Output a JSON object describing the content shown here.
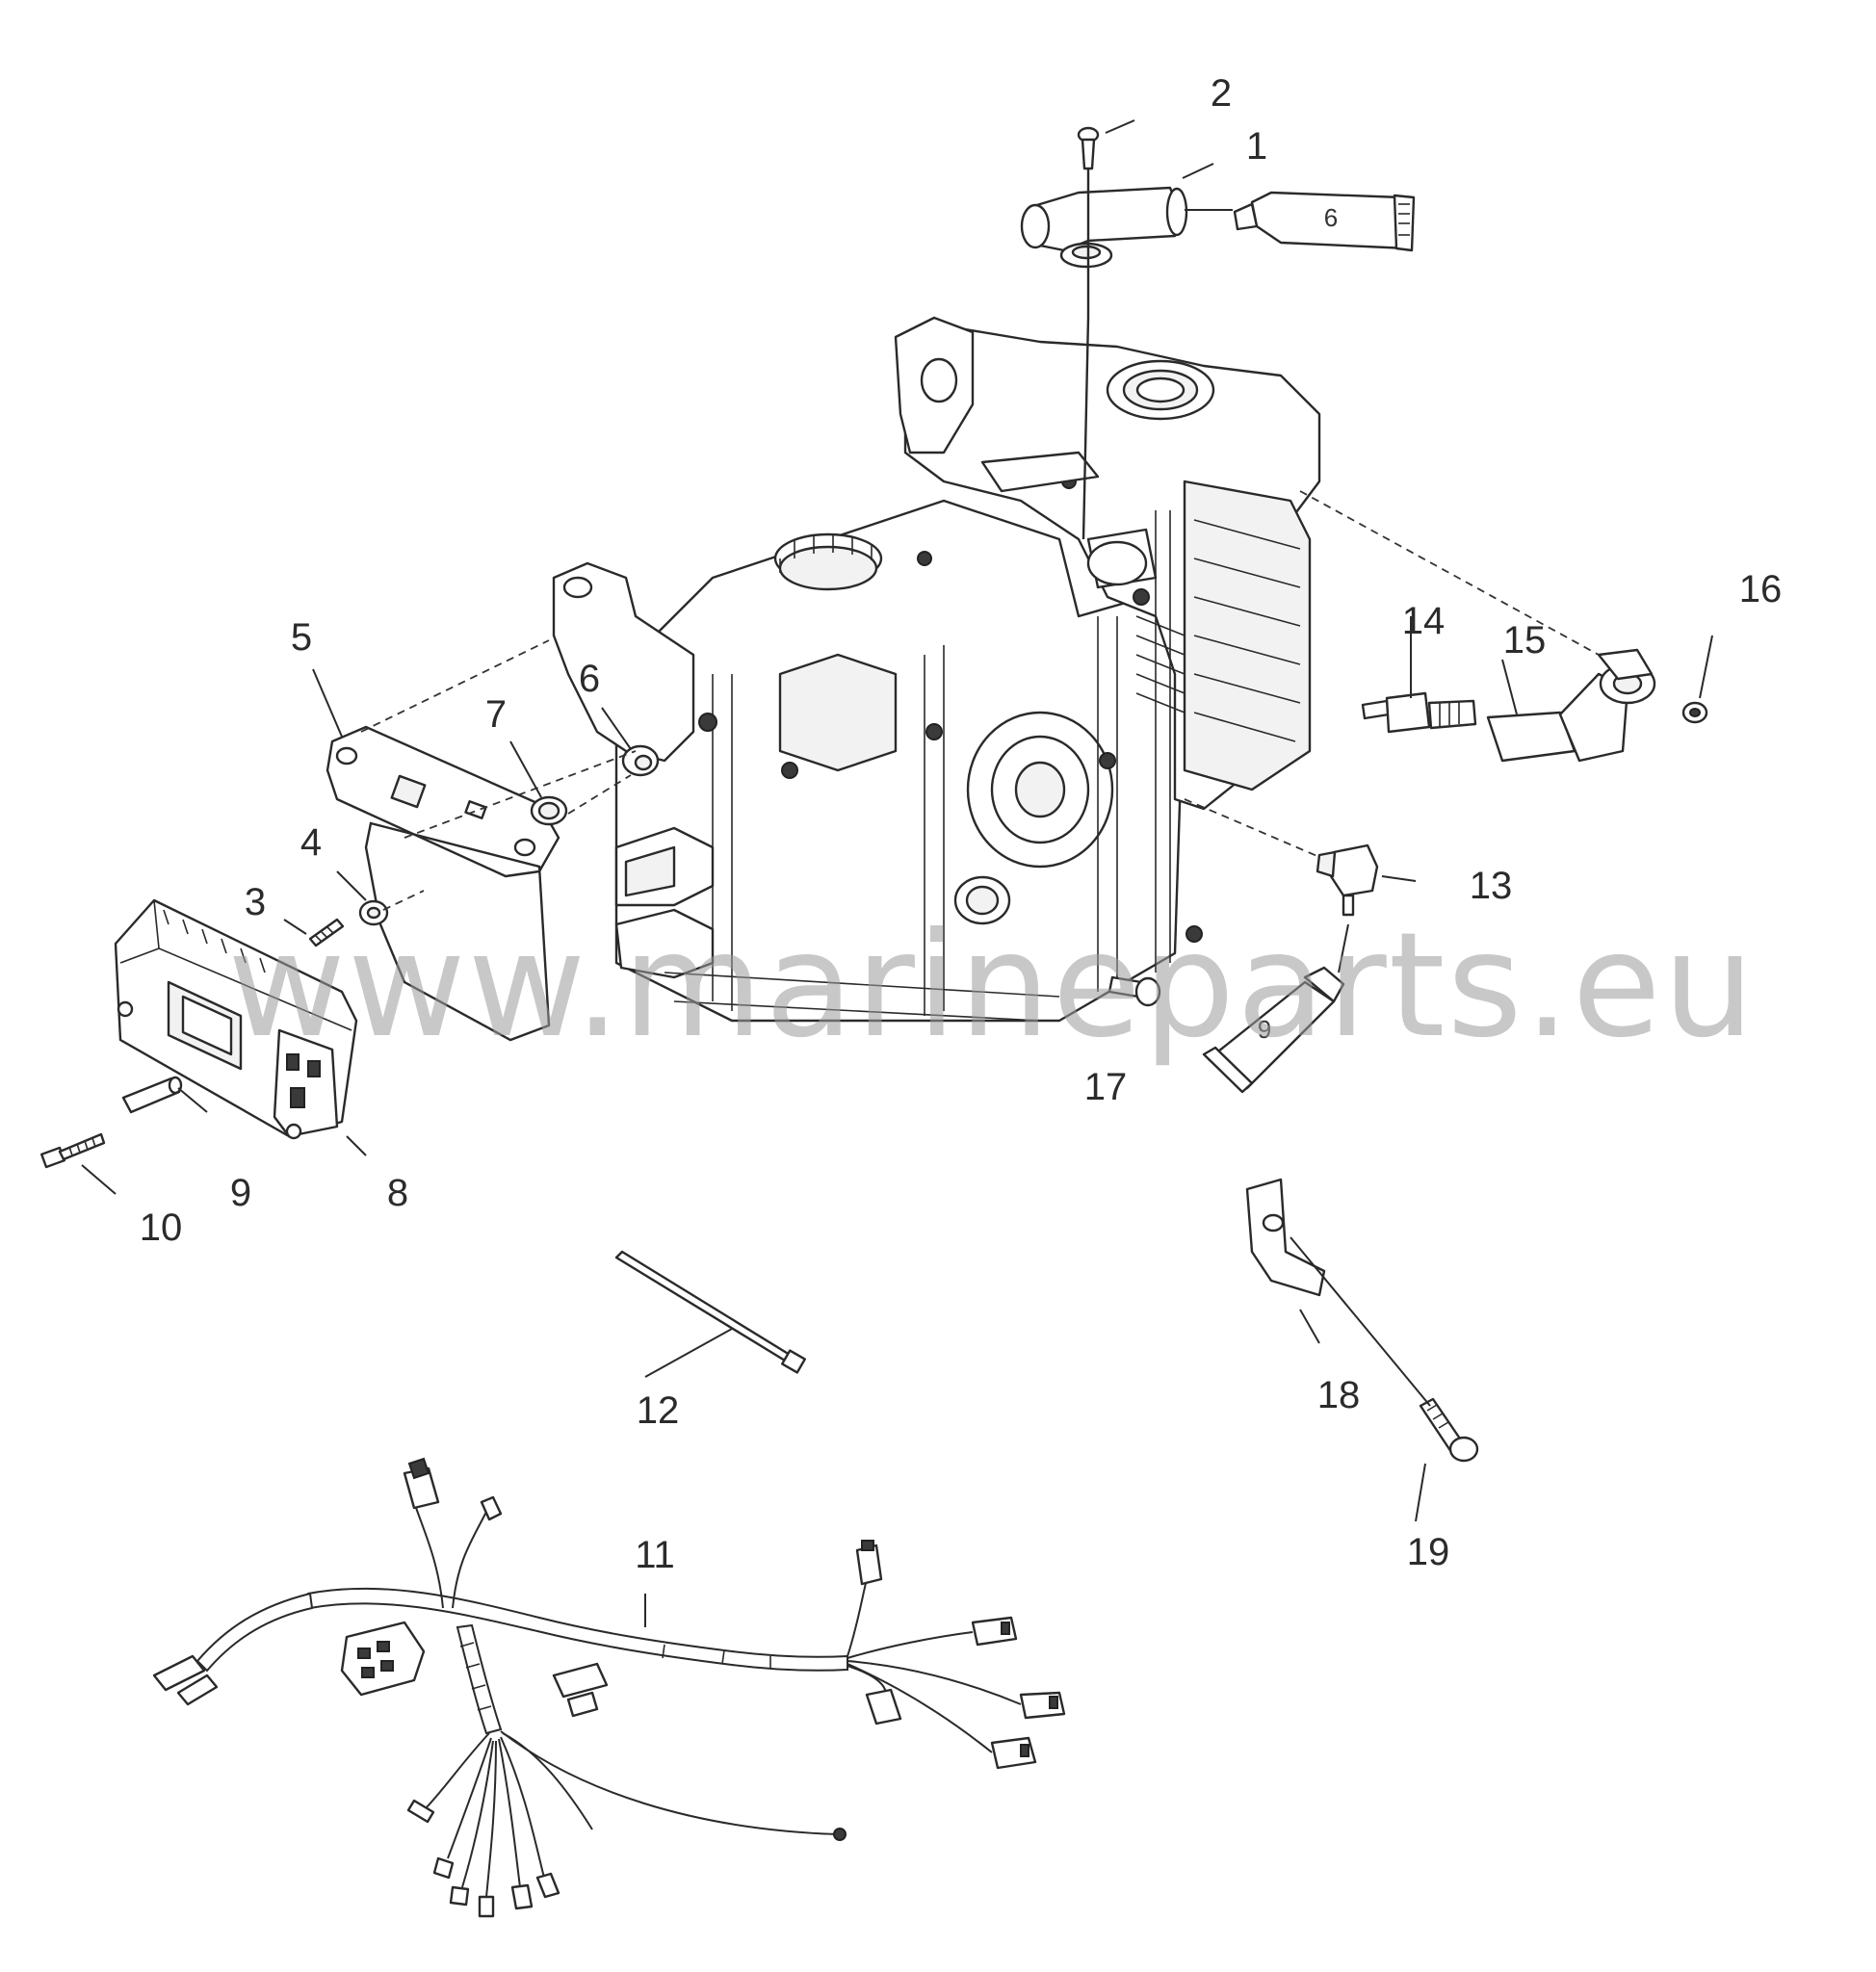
{
  "watermark": "www.marineparts.eu",
  "callouts": [
    {
      "id": "1",
      "text": "1"
    },
    {
      "id": "2",
      "text": "2"
    },
    {
      "id": "3",
      "text": "3"
    },
    {
      "id": "4",
      "text": "4"
    },
    {
      "id": "5",
      "text": "5"
    },
    {
      "id": "6",
      "text": "6"
    },
    {
      "id": "7",
      "text": "7"
    },
    {
      "id": "8",
      "text": "8"
    },
    {
      "id": "9",
      "text": "9"
    },
    {
      "id": "10",
      "text": "10"
    },
    {
      "id": "11",
      "text": "11"
    },
    {
      "id": "12",
      "text": "12"
    },
    {
      "id": "13",
      "text": "13"
    },
    {
      "id": "14",
      "text": "14"
    },
    {
      "id": "15",
      "text": "15"
    },
    {
      "id": "16",
      "text": "16"
    },
    {
      "id": "17",
      "text": "17"
    },
    {
      "id": "18",
      "text": "18"
    },
    {
      "id": "19",
      "text": "19"
    }
  ],
  "inline_labels": {
    "tube_top": "6",
    "tube_bottom": "9"
  },
  "colors": {
    "line": "#2a2a2a",
    "watermark": "#9a9a9a",
    "background": "#ffffff"
  }
}
